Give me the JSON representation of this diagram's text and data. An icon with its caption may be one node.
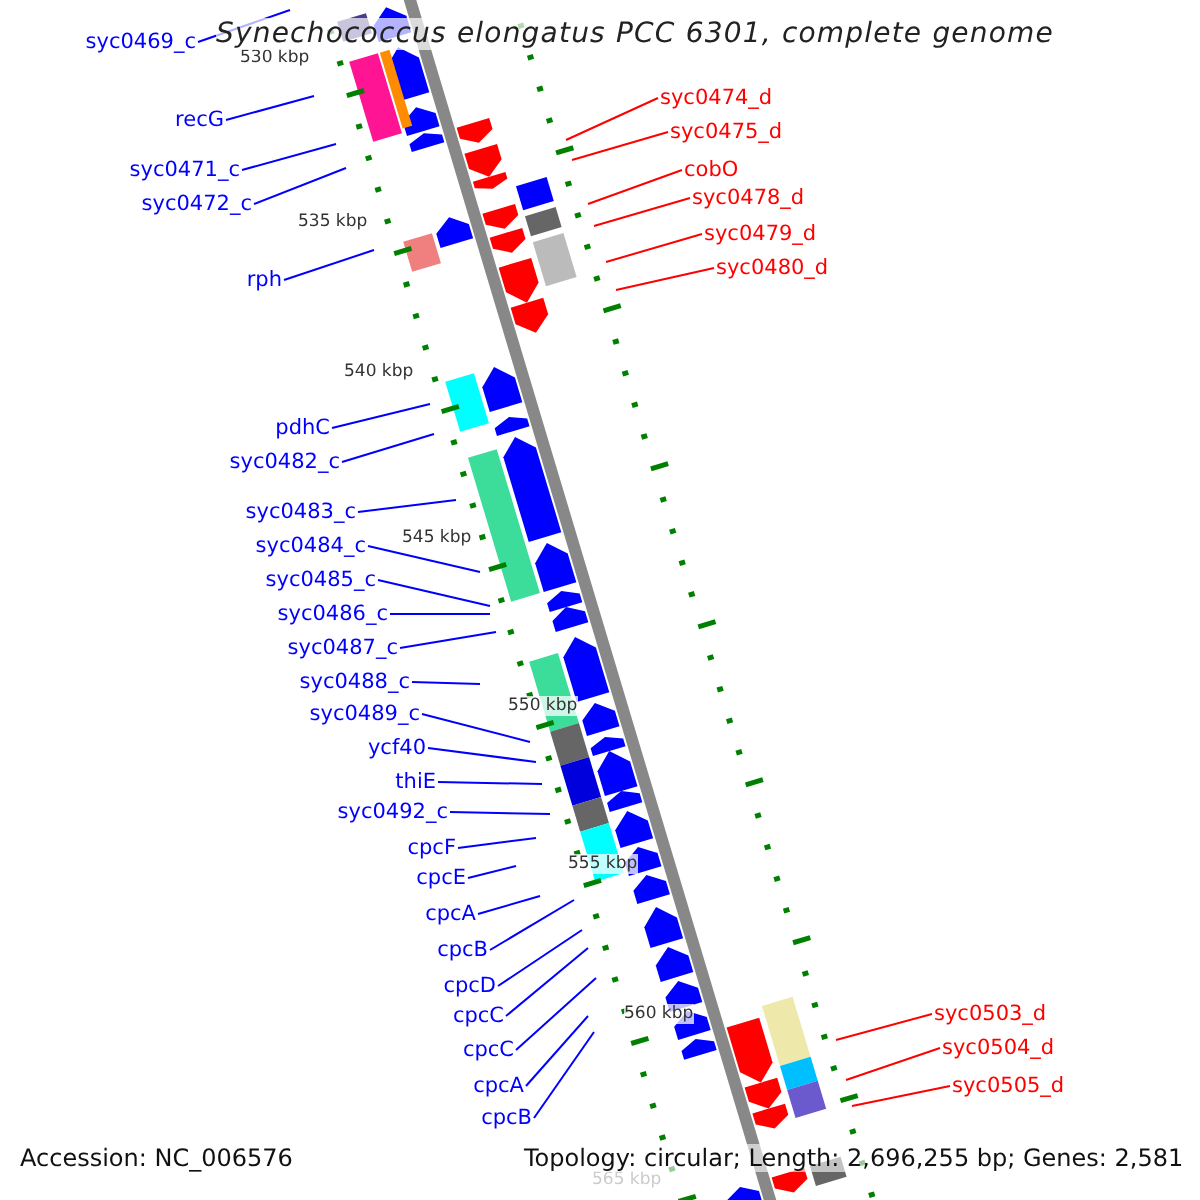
{
  "diagram": {
    "title": "Synechococcus elongatus PCC 6301, complete genome",
    "nodes": [
      {
        "text": [
          "syc0469_c"
        ]
      },
      {
        "text": [
          "recG"
        ]
      },
      {
        "text": [
          "syc0471_c"
        ]
      },
      {
        "text": [
          "syc0472_c"
        ]
      },
      {
        "text": [
          "rph"
        ]
      },
      {
        "text": [
          "pdhC"
        ]
      },
      {
        "text": [
          "syc0482_c"
        ]
      },
      {
        "text": [
          "syc0483_c"
        ]
      },
      {
        "text": [
          "syc0484_c"
        ]
      },
      {
        "text": [
          "syc0485_c"
        ]
      },
      {
        "text": [
          "syc0486_c"
        ]
      },
      {
        "text": [
          "syc0487_c"
        ]
      },
      {
        "text": [
          "syc0488_c"
        ]
      },
      {
        "text": [
          "syc0489_c"
        ]
      },
      {
        "text": [
          "ycf40"
        ]
      },
      {
        "text": [
          "thiE"
        ]
      },
      {
        "text": [
          "syc0492_c"
        ]
      },
      {
        "text": [
          "cpcF"
        ]
      },
      {
        "text": [
          "cpcE"
        ]
      },
      {
        "text": [
          "cpcA"
        ]
      },
      {
        "text": [
          "cpcB"
        ]
      },
      {
        "text": [
          "cpcD"
        ]
      },
      {
        "text": [
          "cpcC"
        ]
      },
      {
        "text": [
          "cpcC"
        ]
      },
      {
        "text": [
          "cpcA"
        ]
      },
      {
        "text": [
          "cpcB"
        ]
      },
      {
        "text": [
          "syc0474_d"
        ]
      },
      {
        "text": [
          "syc0475_d"
        ]
      },
      {
        "text": [
          "cobO"
        ]
      },
      {
        "text": [
          "syc0478_d"
        ]
      },
      {
        "text": [
          "syc0479_d"
        ]
      },
      {
        "text": [
          "syc0480_d"
        ]
      },
      {
        "text": [
          "syc0503_d"
        ]
      },
      {
        "text": [
          "syc0504_d"
        ]
      },
      {
        "text": [
          "syc0505_d"
        ]
      }
    ],
    "edges": [
      {
        "from": 0,
        "to": null,
        "arrow": "none"
      },
      {
        "from": 1,
        "to": null,
        "arrow": "none"
      },
      {
        "from": 2,
        "to": null,
        "arrow": "none"
      },
      {
        "from": 3,
        "to": null,
        "arrow": "none"
      },
      {
        "from": 4,
        "to": null,
        "arrow": "none"
      },
      {
        "from": 5,
        "to": null,
        "arrow": "none"
      },
      {
        "from": 6,
        "to": null,
        "arrow": "none"
      },
      {
        "from": 7,
        "to": null,
        "arrow": "none"
      },
      {
        "from": 8,
        "to": null,
        "arrow": "none"
      },
      {
        "from": 9,
        "to": null,
        "arrow": "none"
      },
      {
        "from": 10,
        "to": null,
        "arrow": "none"
      },
      {
        "from": 11,
        "to": null,
        "arrow": "none"
      },
      {
        "from": 12,
        "to": null,
        "arrow": "none"
      },
      {
        "from": 13,
        "to": null,
        "arrow": "none"
      },
      {
        "from": 14,
        "to": null,
        "arrow": "none"
      },
      {
        "from": 15,
        "to": null,
        "arrow": "none"
      },
      {
        "from": 16,
        "to": null,
        "arrow": "none"
      },
      {
        "from": 17,
        "to": null,
        "arrow": "none"
      },
      {
        "from": 18,
        "to": null,
        "arrow": "none"
      },
      {
        "from": 19,
        "to": null,
        "arrow": "none"
      },
      {
        "from": 20,
        "to": null,
        "arrow": "none"
      },
      {
        "from": 21,
        "to": null,
        "arrow": "none"
      },
      {
        "from": 22,
        "to": null,
        "arrow": "none"
      },
      {
        "from": 23,
        "to": null,
        "arrow": "none"
      },
      {
        "from": 24,
        "to": null,
        "arrow": "none"
      },
      {
        "from": 25,
        "to": null,
        "arrow": "none"
      },
      {
        "from": 26,
        "to": null,
        "arrow": "none",
        "color": "#ff0000"
      },
      {
        "from": 27,
        "to": null,
        "arrow": "none",
        "color": "#ff0000"
      },
      {
        "from": 28,
        "to": null,
        "arrow": "none",
        "color": "#ff0000"
      },
      {
        "from": 29,
        "to": null,
        "arrow": "none",
        "color": "#ff0000"
      },
      {
        "from": 30,
        "to": null,
        "arrow": "none",
        "color": "#ff0000"
      },
      {
        "from": 31,
        "to": null,
        "arrow": "none",
        "color": "#ff0000"
      },
      {
        "from": 32,
        "to": null,
        "arrow": "none",
        "color": "#ff0000"
      },
      {
        "from": 33,
        "to": null,
        "arrow": "none",
        "color": "#ff0000"
      },
      {
        "from": 34,
        "to": null,
        "arrow": "none",
        "color": "#ff0000"
      }
    ],
    "labels": [
      "530 kbp",
      "535 kbp",
      "540 kbp",
      "545 kbp",
      "550 kbp",
      "555 kbp",
      "560 kbp",
      "565 kbp",
      "Accession: NC_006576",
      "Topology: circular; Length: 2,696,255 bp; Genes: 2,581"
    ]
  }
}
